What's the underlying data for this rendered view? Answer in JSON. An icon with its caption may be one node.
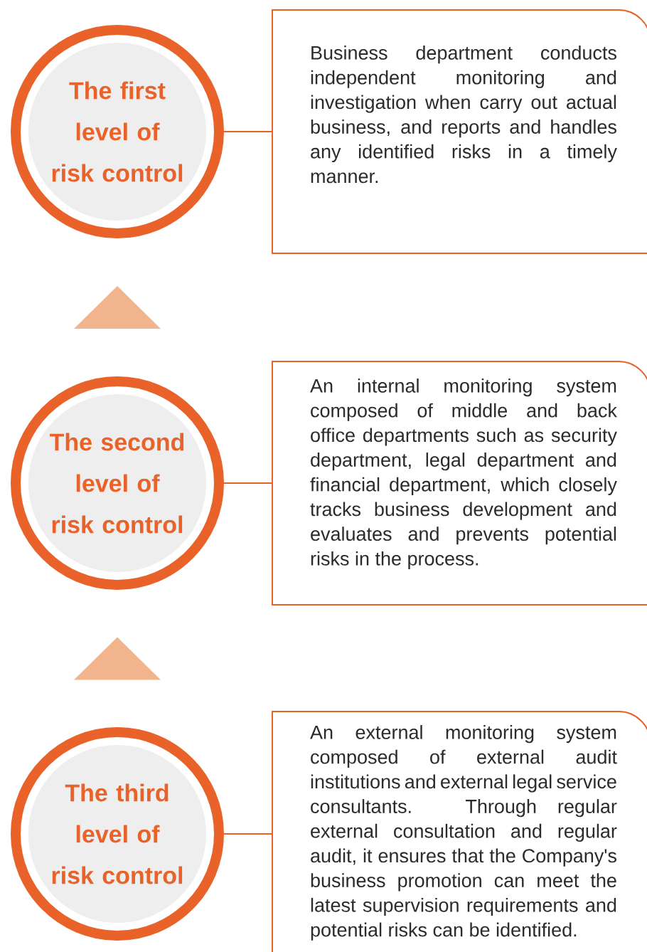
{
  "diagram": {
    "nodes": [
      {
        "text": [
          "The first level of risk control"
        ]
      },
      {
        "text": [
          "Business department conducts independent monitoring and investigation when carry out actual business, and reports and handles any identified risks in a timely manner."
        ]
      },
      {
        "text": [
          "The second level of risk control"
        ]
      },
      {
        "text": [
          "An internal monitoring system composed of middle and back office departments such as security department, legal department and financial department, which closely tracks business development and evaluates and prevents potential risks in the process."
        ]
      },
      {
        "text": [
          "The third level of risk control"
        ]
      },
      {
        "text": [
          "An external monitoring system composed of external audit institutions and external legal service consultants. Through regular external consultation and regular audit, it ensures that the Company's business promotion can meet the latest supervision requirements and potential risks can be identified."
        ]
      }
    ],
    "edges": [
      {
        "from": 0,
        "to": 1,
        "arrow": "none"
      },
      {
        "from": 2,
        "to": 3,
        "arrow": "none"
      },
      {
        "from": 4,
        "to": 5,
        "arrow": "none"
      },
      {
        "from": 2,
        "to": 0,
        "arrow": "to"
      },
      {
        "from": 4,
        "to": 2,
        "arrow": "to"
      }
    ]
  }
}
